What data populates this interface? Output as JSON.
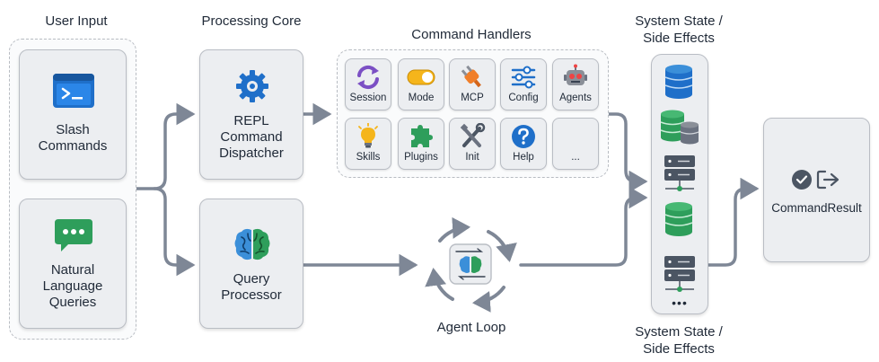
{
  "sections": {
    "user_input": "User Input",
    "processing_core": "Processing Core",
    "command_handlers": "Command Handlers",
    "system_state_top": [
      "System State /",
      "Side Effects"
    ],
    "system_state_bottom": [
      "System State /",
      "Side Effects"
    ]
  },
  "inputs": {
    "slash": [
      "Slash",
      "Commands"
    ],
    "natural": [
      "Natural",
      "Language",
      "Queries"
    ]
  },
  "core": {
    "repl": [
      "REPL",
      "Command",
      "Dispatcher"
    ],
    "query": [
      "Query",
      "Processor"
    ]
  },
  "handlers": [
    {
      "label": "Session",
      "icon": "refresh-icon"
    },
    {
      "label": "Mode",
      "icon": "toggle-icon"
    },
    {
      "label": "MCP",
      "icon": "plug-icon"
    },
    {
      "label": "Config",
      "icon": "sliders-icon"
    },
    {
      "label": "Agents",
      "icon": "robot-icon"
    },
    {
      "label": "Skills",
      "icon": "lightbulb-icon"
    },
    {
      "label": "Plugins",
      "icon": "puzzle-icon"
    },
    {
      "label": "Init",
      "icon": "tools-icon"
    },
    {
      "label": "Help",
      "icon": "help-icon"
    },
    {
      "label": "...",
      "icon": "more-icon"
    }
  ],
  "agent_loop": "Agent Loop",
  "state_more": "•••",
  "result": "CommandResult",
  "colors": {
    "arrow": "#7e8796",
    "blue": "#1f6fc9",
    "green": "#2e9e5b",
    "purple": "#7b4fc4",
    "orange": "#f07f2a"
  }
}
